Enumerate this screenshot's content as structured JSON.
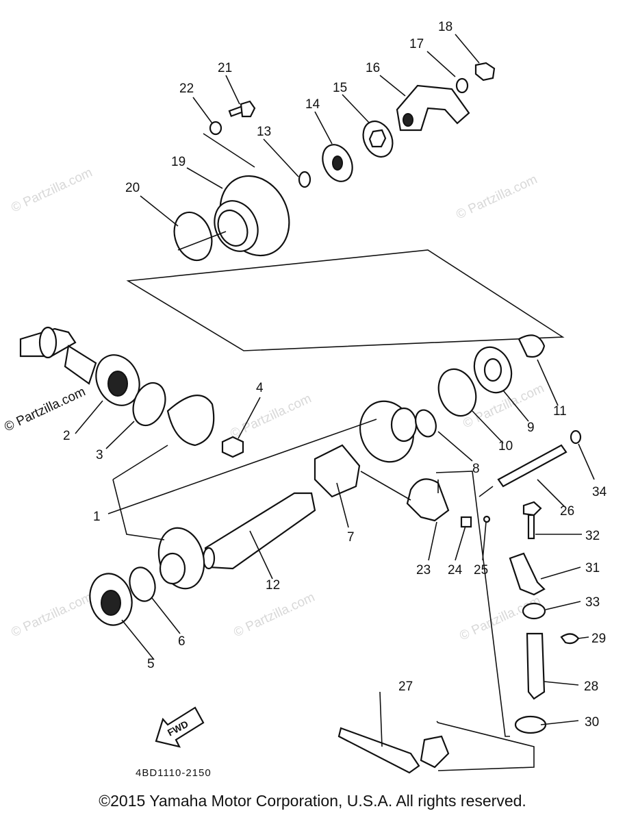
{
  "callouts": [
    {
      "id": "1",
      "label": "1"
    },
    {
      "id": "2",
      "label": "2"
    },
    {
      "id": "3",
      "label": "3"
    },
    {
      "id": "4",
      "label": "4"
    },
    {
      "id": "5",
      "label": "5"
    },
    {
      "id": "6",
      "label": "6"
    },
    {
      "id": "7",
      "label": "7"
    },
    {
      "id": "8",
      "label": "8"
    },
    {
      "id": "9",
      "label": "9"
    },
    {
      "id": "10",
      "label": "10"
    },
    {
      "id": "11",
      "label": "11"
    },
    {
      "id": "12",
      "label": "12"
    },
    {
      "id": "13",
      "label": "13"
    },
    {
      "id": "14",
      "label": "14"
    },
    {
      "id": "15",
      "label": "15"
    },
    {
      "id": "16",
      "label": "16"
    },
    {
      "id": "17",
      "label": "17"
    },
    {
      "id": "18",
      "label": "18"
    },
    {
      "id": "19",
      "label": "19"
    },
    {
      "id": "20",
      "label": "20"
    },
    {
      "id": "21",
      "label": "21"
    },
    {
      "id": "22",
      "label": "22"
    },
    {
      "id": "23",
      "label": "23"
    },
    {
      "id": "24",
      "label": "24"
    },
    {
      "id": "25",
      "label": "25"
    },
    {
      "id": "26",
      "label": "26"
    },
    {
      "id": "27",
      "label": "27"
    },
    {
      "id": "28",
      "label": "28"
    },
    {
      "id": "29",
      "label": "29"
    },
    {
      "id": "30",
      "label": "30"
    },
    {
      "id": "31",
      "label": "31"
    },
    {
      "id": "32",
      "label": "32"
    },
    {
      "id": "33",
      "label": "33"
    },
    {
      "id": "34",
      "label": "34"
    }
  ],
  "watermark": "© Partzilla.com",
  "fwd_label": "FWD",
  "diagram_code": "4BD1110-2150",
  "copyright": "©2015 Yamaha Motor Corporation, U.S.A. All rights reserved."
}
